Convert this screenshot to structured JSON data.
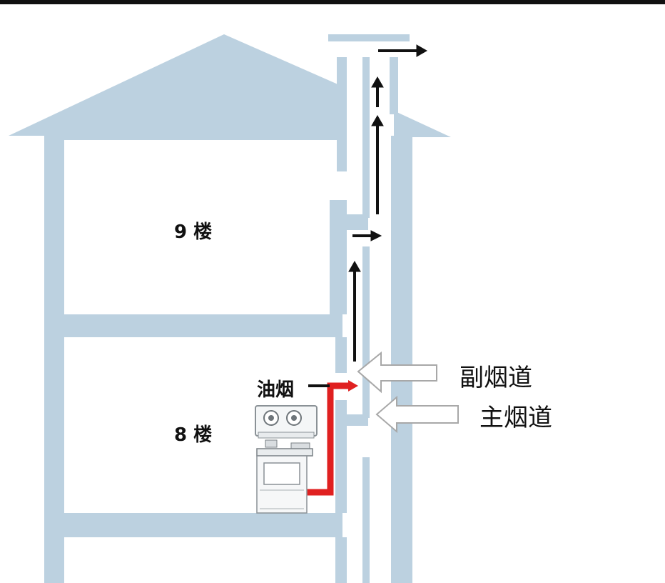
{
  "labels": {
    "floor_9": "9 楼",
    "floor_8": "8 楼",
    "oil_smoke": "油烟",
    "secondary_flue": "副烟道",
    "main_flue": "主烟道"
  },
  "colors": {
    "wall": "#bcd1e0",
    "arrow": "#111111",
    "pipe": "#e02020",
    "background": "#ffffff"
  },
  "icons": {
    "range_hood": "range-hood-icon",
    "stove_cabinet": "stove-cabinet-icon"
  }
}
